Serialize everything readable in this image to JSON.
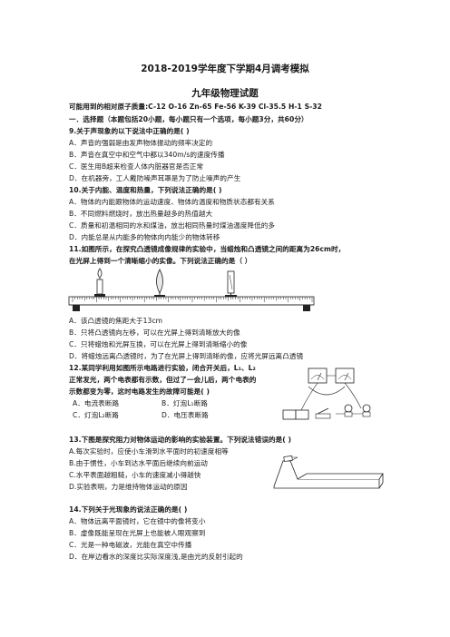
{
  "header": {
    "title": "2018-2019学年度下学期4月调考模拟",
    "subtitle": "九年级物理试题",
    "atomic_mass": "可能用到的相对原子质量:C-12  O-16   Zn-65   Fe-56  K-39  Cl-35.5   H-1  S-32",
    "section": "一．选择题（本题包括20小题，每小题只有一个选项，每小题3分，共60分）"
  },
  "q9": {
    "stem": "9.关于声现象的以下说法中正确的是(     )",
    "a": "A．声音的强弱是由发声物体振动的频率决定的",
    "b": "B．声音在真空中和空气中都以340m/s的速度传播",
    "c": "C．医生用B超来检查人体内脏器官是否正常",
    "d": "D．在机器旁，工人戴防噪声耳罩是为了防止噪声的产生"
  },
  "q10": {
    "stem": "10.关于内能、温度和热量，下列说法正确的是(     )",
    "a": "A．物体的内能跟物体的运动速度、物体的温度和物质状态都有关系",
    "b": "B．不同燃料燃烧时，放出热量越多的热值越大",
    "c": "C．质量和初温相同的水和煤油，放出相同热量时煤油温度降低的多",
    "d": "D．内能总是从内能多的物体向内能少的物体转移"
  },
  "q11": {
    "stem1": "11.如图所示，在探究凸透镜成像规律的实验中，当蜡烛和凸透镜之间的距离为26cm时，",
    "stem2": "在光屏上得到一个清晰缩小的实像。下列说法正确的是（      ）",
    "a": "A．该凸透镜的焦距大于13cm",
    "b": "B．只将凸透镜向左移，可以在光屏上得到清晰放大的像",
    "c": "C．只将蜡烛和光屏互换，可以在光屏上得到清晰缩小的像",
    "d": "D．将蜡烛远离凸透镜时，为了在光屏上得到清晰的像，应将光屏远离凸透镜"
  },
  "q12": {
    "stem1": "12.某同学利用如图所示电路进行实验，闭合开关后，L₁、L₂",
    "stem2": "正常发光，两个电表都有示数，但过了一会儿后，两个电表的",
    "stem3": "示数都变为零，这时电路发生的故障可能是(     )",
    "a": "A．电流表断路",
    "b": "B．灯泡L₁断路",
    "c": "C．灯泡L₂断路",
    "d": "D．电压表断路"
  },
  "q13": {
    "stem": "13.下图是探究阻力对物体运动的影响的实验装置。下列说法错误的是(          )",
    "a": "A.每次实验时，应使小车滑到水平面时的初速度相等",
    "b": "B.由于惯性，小车到达水平面后继续向前运动",
    "c": "C.水平表面越粗糙，小车的速度减小得越快",
    "d": "D.实验表明，力是维持物体运动的原因"
  },
  "q14": {
    "stem": "14.下列关于光现象的说法正确的是(     )",
    "a": "A．物体远离平面镜时，它在镜中的像将变小",
    "b": "B．虚像既能呈现在光屏上也能被人眼观察到",
    "c": "C．光是一种电磁波，光能在真空中传播",
    "d": "D．在岸边看水的深度比实际深度浅,是由光的反射引起的"
  }
}
